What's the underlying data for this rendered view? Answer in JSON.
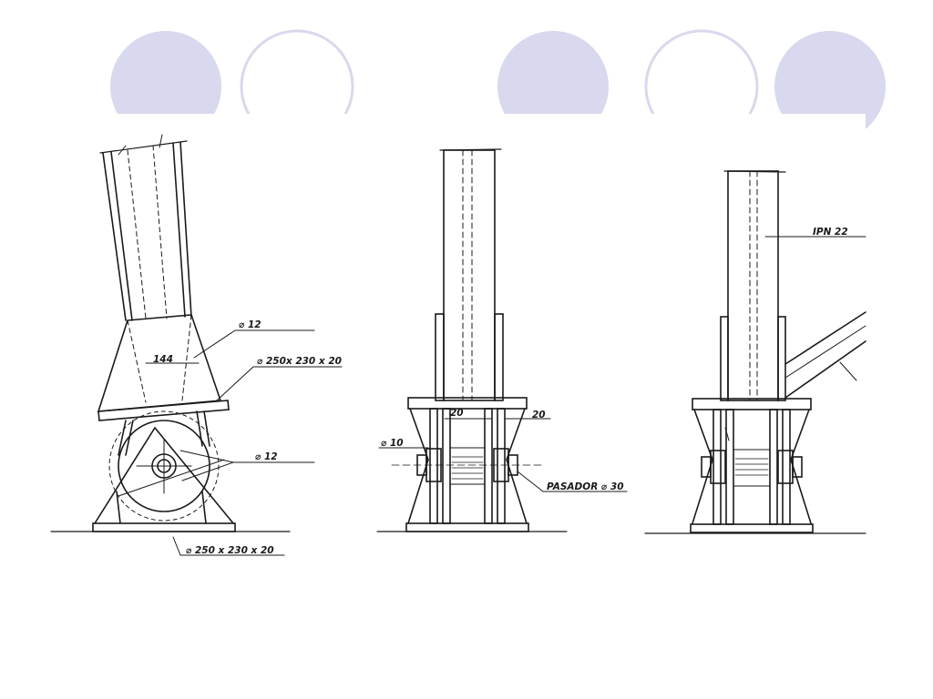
{
  "colors": {
    "accent": "#d8d8ee",
    "ring": "#d8d8ee",
    "ink": "#1a1a1a"
  },
  "labels": {
    "phi12_top": "⌀ 12",
    "plate_top": "⌀ 250x 230 x 20",
    "phi12_mid": "⌀ 12",
    "plate_bottom": "⌀ 250 x 230 x 20",
    "dim_144": "144",
    "phi10": "⌀ 10",
    "dim20_left": "20",
    "dim20_right": "20",
    "pin": "PASADOR ⌀ 30",
    "profile": "IPN 22"
  }
}
